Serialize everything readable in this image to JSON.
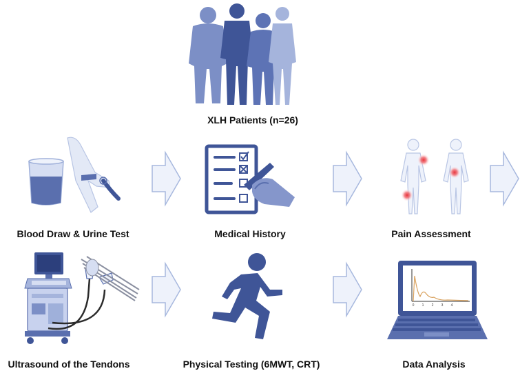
{
  "patients": {
    "label": "XLH Patients (n=26)"
  },
  "steps": [
    {
      "id": "blood",
      "label": "Blood Draw & Urine Test",
      "icon": "blood-urine-icon"
    },
    {
      "id": "history",
      "label": "Medical History",
      "icon": "checklist-icon"
    },
    {
      "id": "pain",
      "label": "Pain Assessment",
      "icon": "body-pain-icon"
    },
    {
      "id": "ultra",
      "label": "Ultrasound of the Tendons",
      "icon": "ultrasound-machine-icon"
    },
    {
      "id": "phys",
      "label": "Physical Testing (6MWT, CRT)",
      "icon": "running-person-icon"
    },
    {
      "id": "data",
      "label": "Data Analysis",
      "icon": "laptop-chart-icon"
    }
  ],
  "colors": {
    "primary": "#5a6fae",
    "light": "#9fb0da",
    "pale": "#d6def2",
    "arrow_fill": "#eef2fb",
    "arrow_stroke": "#a7b8de",
    "pain": "#e8323a",
    "curve": "#d9a25f"
  },
  "laptop_axis_ticks": [
    "0",
    "1",
    "2",
    "3",
    "4"
  ]
}
